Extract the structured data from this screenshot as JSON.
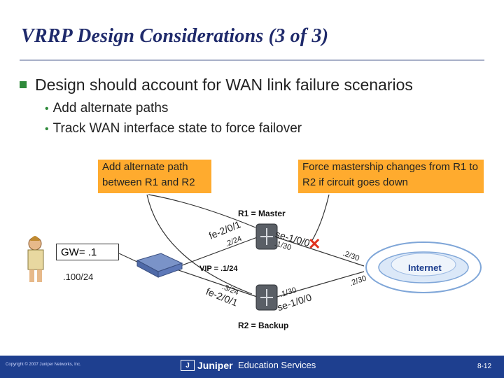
{
  "slide": {
    "title": "VRRP Design Considerations (3 of 3)",
    "bullet_main": "Design should account for WAN link failure scenarios",
    "sub_bullets": [
      "Add alternate paths",
      "Track WAN interface state to force failover"
    ]
  },
  "callouts": {
    "alternate_path": "Add alternate path between R1 and R2",
    "force_mastership": "Force mastership changes from R1 to R2 if circuit goes down"
  },
  "diagram": {
    "r1_label": "R1 = Master",
    "r2_label": "R2 = Backup",
    "r1_lan_iface": "fe-2/0/1",
    "r1_lan_addr": ".2/24",
    "r1_wan_iface": "se-1/0/0",
    "r1_wan_addr": ".1/30",
    "r2_lan_iface": "fe-2/0/1",
    "r2_lan_addr": ".3/24",
    "r2_wan_iface": "se-1/0/0",
    "r2_wan_addr": ".1/30",
    "isp_addr_top": ".2/30",
    "isp_addr_bottom": ".2/30",
    "vip": "VIP = .1/24",
    "gateway": "GW= .1",
    "host_ip": ".100/24",
    "internet": "Internet",
    "failure_mark": "✕"
  },
  "footer": {
    "copyright": "Copyright © 2007 Juniper Networks, Inc.",
    "brand": "Juniper",
    "education": "Education Services",
    "slide_number": "8-12"
  },
  "colors": {
    "title": "#1f2a6b",
    "bullet": "#2f8a3b",
    "callout": "#ffab2e",
    "footer": "#1e3f8f",
    "failure": "#e0321e"
  }
}
